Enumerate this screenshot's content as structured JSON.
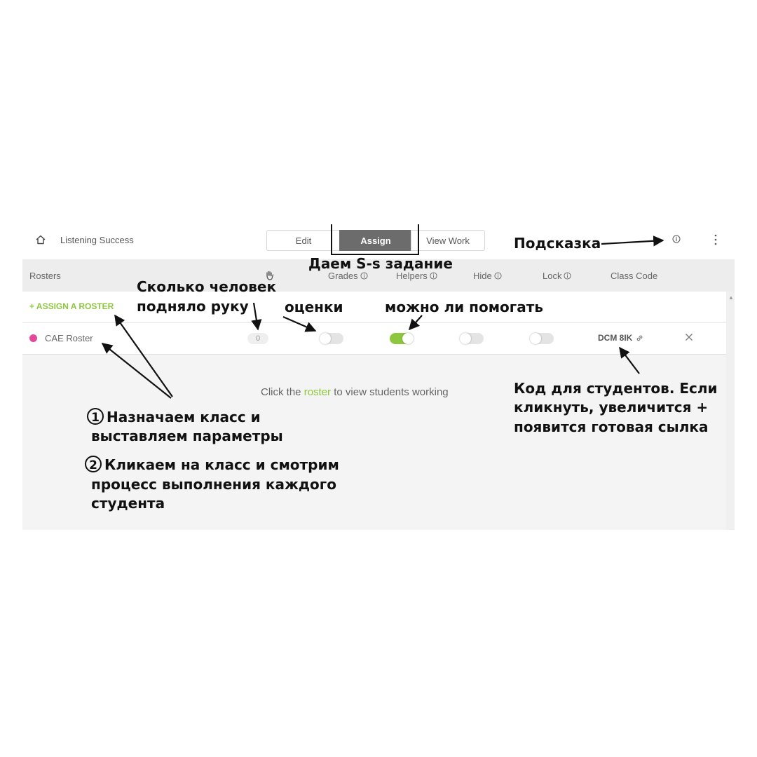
{
  "app": {
    "title": "Listening Success"
  },
  "tabs": [
    {
      "label": "Edit"
    },
    {
      "label": "Assign"
    },
    {
      "label": "View Work"
    }
  ],
  "table": {
    "headers": {
      "rosters": "Rosters",
      "grades": "Grades",
      "helpers": "Helpers",
      "hide": "Hide",
      "lock": "Lock",
      "class_code": "Class Code"
    },
    "assign_roster_label": "+ ASSIGN A ROSTER",
    "rows": [
      {
        "name": "CAE Roster",
        "hands_raised": "0",
        "grades": false,
        "helpers": true,
        "hide": false,
        "lock": false,
        "class_code": "DCM 8IK",
        "dot_color": "#e5479b"
      }
    ]
  },
  "empty_state": {
    "prefix": "Click the",
    "link": "roster",
    "suffix": "to view students working"
  },
  "annotations": {
    "hint": "Подсказка",
    "assign_task": "Даем S-s задание",
    "hands_line1": "Сколько человек",
    "hands_line2": "подняло руку",
    "grades": "оценки",
    "helpers": "можно ли помогать",
    "code_line1": "Код для студентов. Если",
    "code_line2": "кликнуть, увеличится +",
    "code_line3": "появится готовая сылка",
    "step1_num": "1",
    "step1_line1": "Назначаем класс и",
    "step1_line2": "выставляем параметры",
    "step2_num": "2",
    "step2_line1": "Кликаем на класс и смотрим",
    "step2_line2": "процесс выполнения каждого",
    "step2_line3": "студента"
  },
  "colors": {
    "accent_green": "#8dc63f",
    "roster_pink": "#e5479b",
    "assign_active": "#6c6c6c"
  }
}
